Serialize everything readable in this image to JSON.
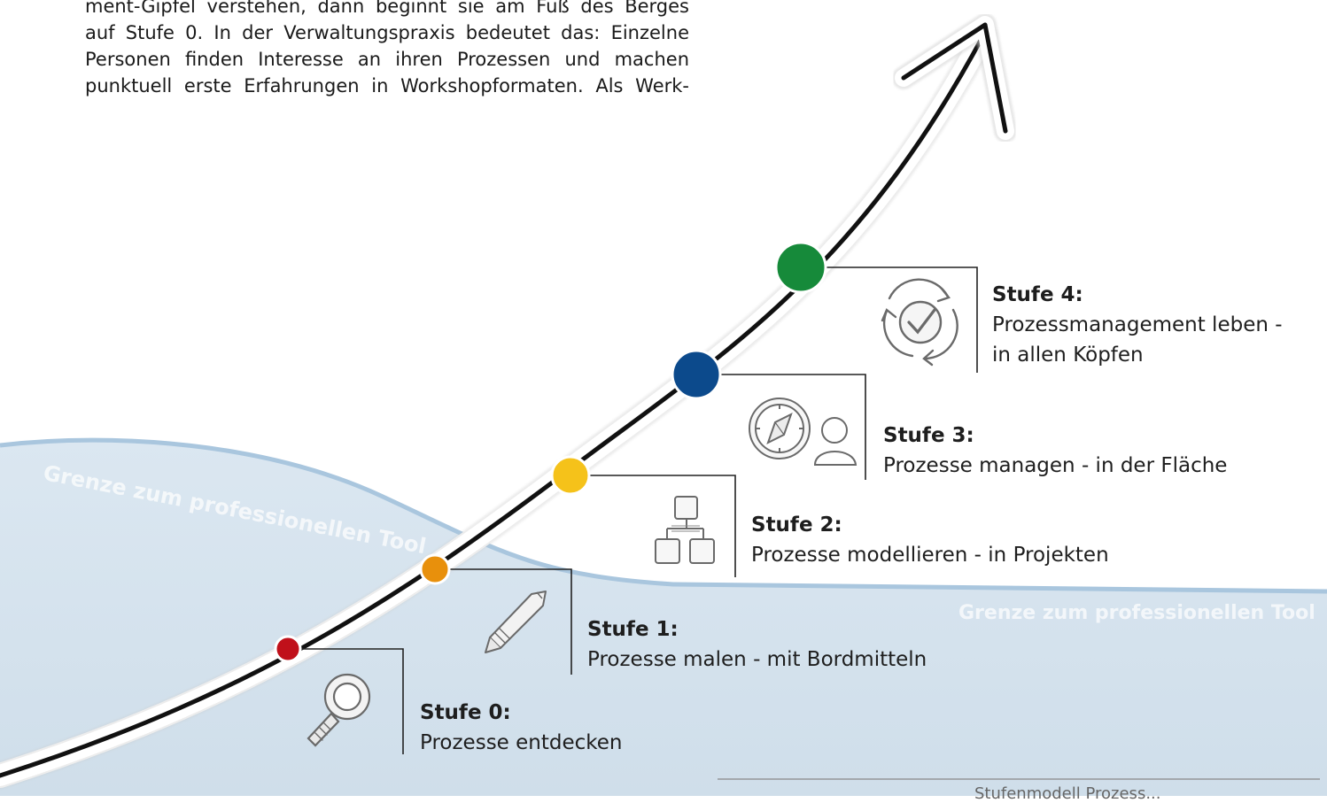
{
  "intro_lines": [
    "ment-Gipfel verstehen, dann beginnt sie am Fuß des Berges",
    "auf Stufe 0. In der Verwaltungspraxis bedeutet das: Einzelne",
    "Personen finden Interesse an ihren Prozessen und machen",
    "punktuell erste Erfahrungen in Workshopformaten. Als Werk-"
  ],
  "stages": [
    {
      "title": "Stufe 0:",
      "description": "Prozesse entdecken",
      "color": "#c0101a",
      "icon": "magnifier-icon"
    },
    {
      "title": "Stufe 1:",
      "description": "Prozesse malen - mit Bordmitteln",
      "color": "#e8900c",
      "icon": "pencil-icon"
    },
    {
      "title": "Stufe 2:",
      "description": "Prozesse modellieren - in Projekten",
      "color": "#f5c21a",
      "icon": "flowchart-icon"
    },
    {
      "title": "Stufe 3:",
      "description": "Prozesse managen - in der Fläche",
      "color": "#0c4a8c",
      "icon": "compass-person-icon"
    },
    {
      "title": "Stufe 4:",
      "description": [
        "Prozessmanagement leben -",
        "in allen Köpfen"
      ],
      "color": "#168a3a",
      "icon": "cycle-check-icon"
    }
  ],
  "boundary_labels": [
    "Grenze zum professionellen Tool",
    "Grenze zum professionellen Tool"
  ],
  "caption": "Stufenmodell Prozess...",
  "colors": {
    "water": "#d5e3ee",
    "water_edge": "#a9c6de",
    "arrow": "#111111"
  }
}
